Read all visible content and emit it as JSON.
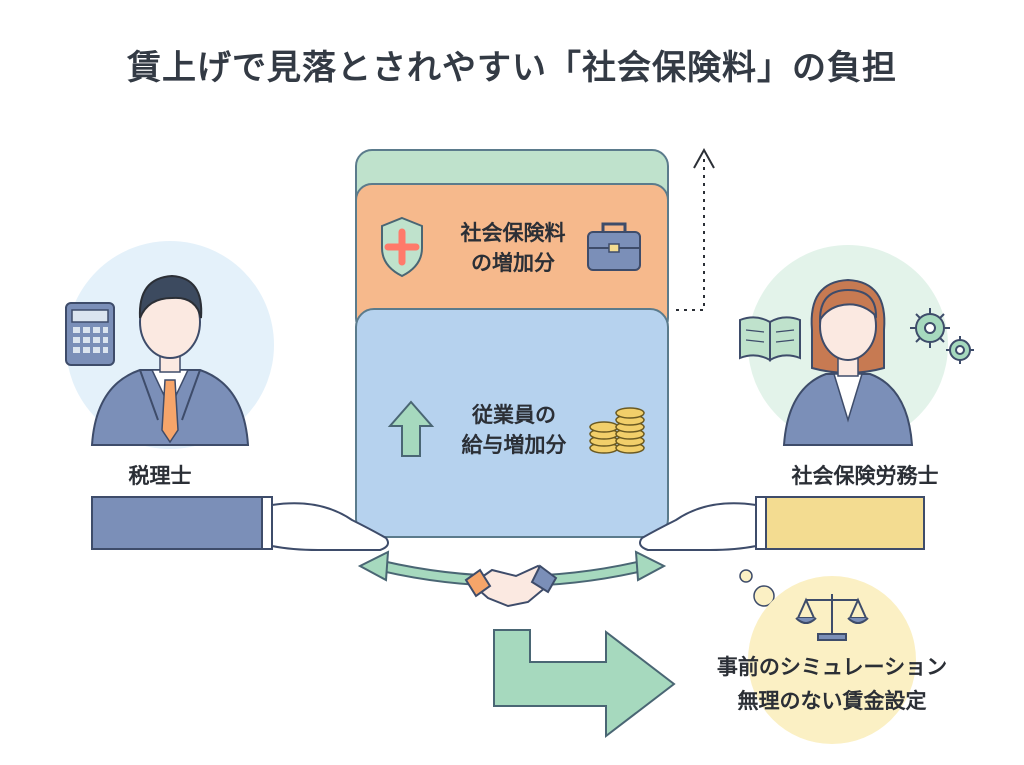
{
  "title": "賃上げで見落とされやすい「社会保険料」の負担",
  "people": {
    "tax_accountant": {
      "label": "税理士"
    },
    "labor_consultant": {
      "label": "社会保険労務士"
    }
  },
  "cost_stack": {
    "insurance": {
      "line1": "社会保険料",
      "line2": "の増加分"
    },
    "salary": {
      "line1": "従業員の",
      "line2": "給与増加分"
    }
  },
  "advice": {
    "line1": "事前のシミュレーション",
    "line2": "無理のない賃金設定"
  },
  "icons": [
    "calculator-icon",
    "shield-plus-icon",
    "briefcase-icon",
    "up-arrow-icon",
    "coin-stack-icon",
    "open-book-icon",
    "gear-icon",
    "scale-icon",
    "handshake-icon"
  ],
  "colors": {
    "insurance_block": "#f6b98c",
    "salary_block": "#b6d2ee",
    "top_block": "#bfe2cc",
    "tax_sleeve": "#7b8fb8",
    "labor_sleeve": "#f3dc91",
    "arrow_green": "#a6d9be"
  }
}
